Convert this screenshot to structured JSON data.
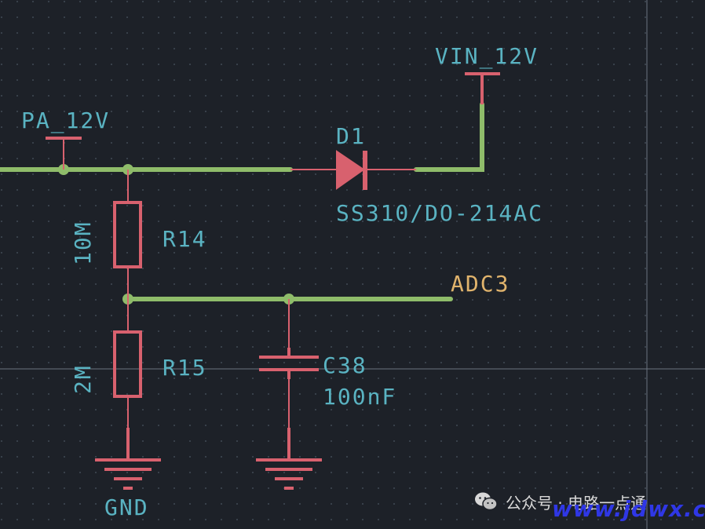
{
  "nets": {
    "pa_12v": "PA_12V",
    "vin_12v": "VIN_12V",
    "adc3": "ADC3",
    "gnd": "GND"
  },
  "components": {
    "d1": {
      "ref": "D1",
      "value": "SS310/DO-214AC"
    },
    "r14": {
      "ref": "R14",
      "value": "10M"
    },
    "r15": {
      "ref": "R15",
      "value": "2M"
    },
    "c38": {
      "ref": "C38",
      "value": "100nF"
    }
  },
  "watermark": {
    "account": "公众号 · 电路一点通",
    "url": "www.jdwx.cn"
  },
  "colors": {
    "background": "#1d2128",
    "wire": "#8fbc6a",
    "component": "#d8616e",
    "text": "#5ab3c2",
    "global_label": "#e0b36c",
    "grid_dot": "#5a6472"
  }
}
